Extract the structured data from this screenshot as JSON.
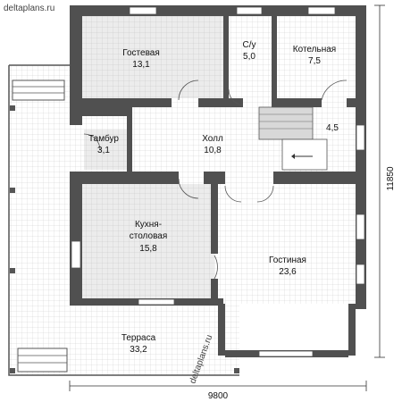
{
  "site": "deltaplans.ru",
  "watermark_vertical": "deltaplans.ru",
  "rooms": [
    {
      "id": "guest",
      "name": "Гостевая",
      "area": "13,1"
    },
    {
      "id": "wc",
      "name": "С/у",
      "area": "5,0"
    },
    {
      "id": "boiler",
      "name": "Котельная",
      "area": "7,5"
    },
    {
      "id": "vestibule",
      "name": "Тамбур",
      "area": "3,1"
    },
    {
      "id": "hall",
      "name": "Холл",
      "area": "10,8"
    },
    {
      "id": "stair",
      "name": "",
      "area": "4,5"
    },
    {
      "id": "kitchen",
      "name": "Кухня-\nстоловая",
      "area": "15,8"
    },
    {
      "id": "living",
      "name": "Гостиная",
      "area": "23,6"
    },
    {
      "id": "terrace",
      "name": "Терраса",
      "area": "33,2"
    }
  ],
  "dimensions": {
    "width": "9800",
    "depth": "11850"
  },
  "colors": {
    "wall": "#505050",
    "grid": "#c9c9c9",
    "shade": "#e8e8e8",
    "paper": "#ffffff"
  }
}
